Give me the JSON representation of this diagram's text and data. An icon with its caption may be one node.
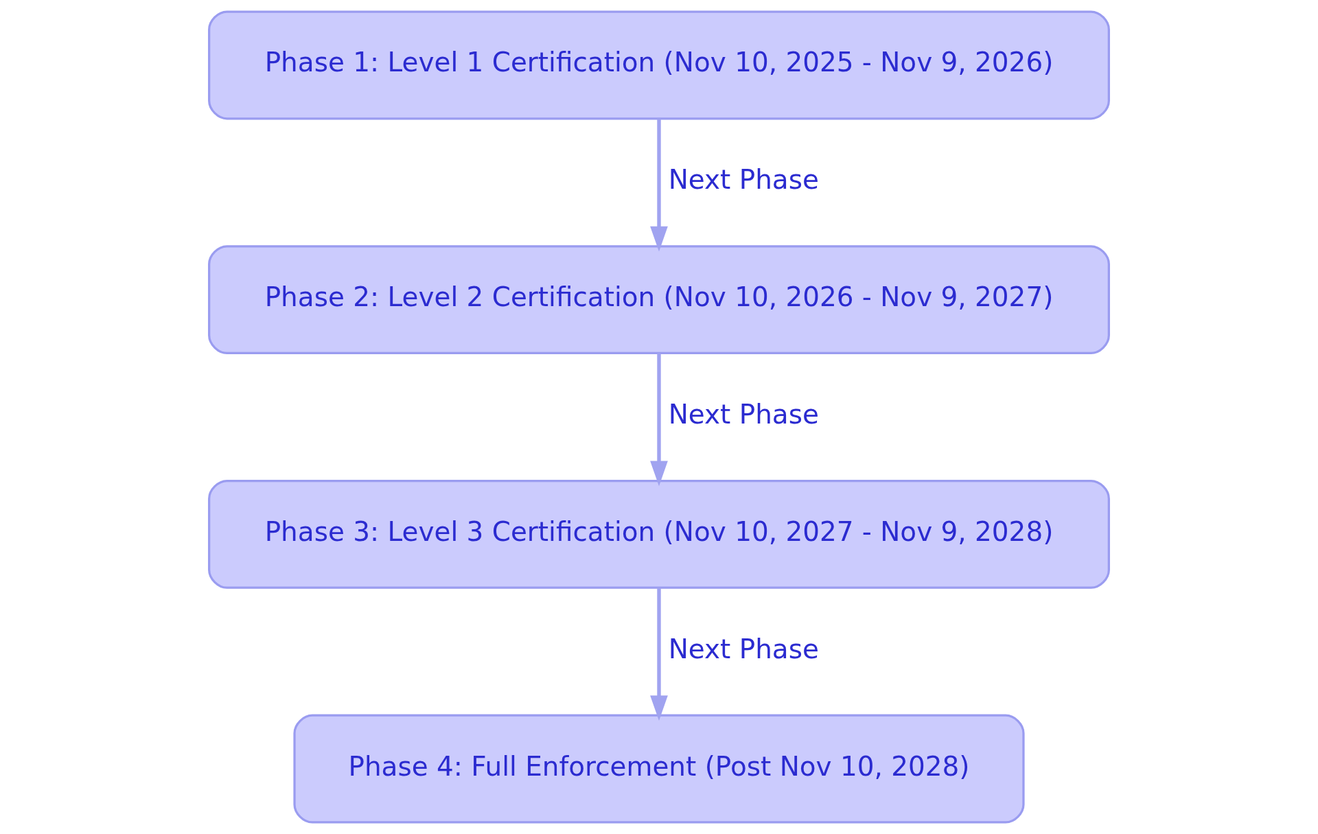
{
  "diagram": {
    "nodes": [
      {
        "text": [
          "Phase 1: Level 1 Certification (Nov 10, 2025 - Nov 9, 2026)"
        ]
      },
      {
        "text": [
          "Phase 2: Level 2 Certification (Nov 10, 2026 - Nov 9, 2027)"
        ]
      },
      {
        "text": [
          "Phase 3: Level 3 Certification (Nov 10, 2027 - Nov 9, 2028)"
        ]
      },
      {
        "text": [
          "Phase 4: Full Enforcement (Post Nov 10, 2028)"
        ]
      }
    ],
    "edges": [
      {
        "from": 0,
        "to": 1,
        "arrow": "to",
        "label": "Next Phase"
      },
      {
        "from": 1,
        "to": 2,
        "arrow": "to",
        "label": "Next Phase"
      },
      {
        "from": 2,
        "to": 3,
        "arrow": "to",
        "label": "Next Phase"
      }
    ]
  }
}
